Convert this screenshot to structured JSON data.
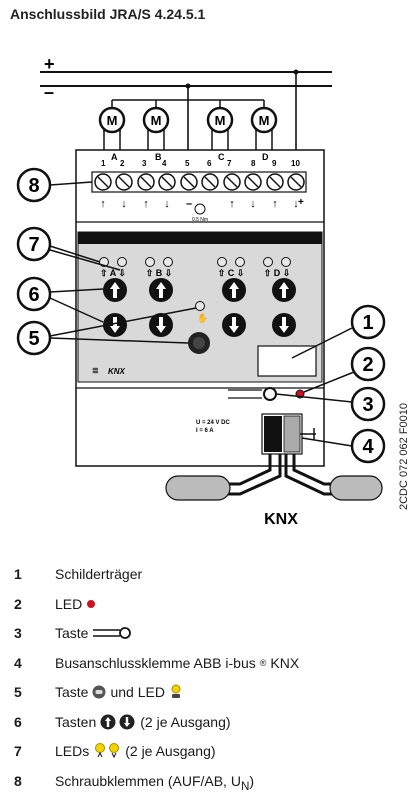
{
  "title": "Anschlussbild JRA/S 4.24.5.1",
  "side_code": "2CDC 072 062 F0010",
  "supply": {
    "plus": "+",
    "minus": "–"
  },
  "motors": [
    "M",
    "M",
    "M",
    "M"
  ],
  "terminals": {
    "numbers": [
      "1",
      "2",
      "3",
      "4",
      "5",
      "6",
      "7",
      "8",
      "9",
      "10"
    ],
    "group_letters": [
      "A",
      "B",
      "C",
      "D"
    ],
    "channel_marks": [
      "⇧ A ⇩",
      "⇧ B ⇩",
      "⇧ C ⇩",
      "⇧ D ⇩"
    ],
    "minus_mark": "–",
    "plus_mark": "+",
    "supply_label": "0.5 Nm"
  },
  "device": {
    "brand": "KNX",
    "rating_line1": "U = 24 V DC",
    "rating_line2": "I = 6 A",
    "bus_label": "KNX"
  },
  "callouts": [
    "8",
    "7",
    "6",
    "5",
    "1",
    "2",
    "3",
    "4"
  ],
  "legend": [
    {
      "num": "1",
      "text": "Schilderträger"
    },
    {
      "num": "2",
      "text": "LED",
      "icon": "red-dot-icon"
    },
    {
      "num": "3",
      "text": "Taste",
      "icon": "key-button-icon"
    },
    {
      "num": "4",
      "text": "Busanschlussklemme ABB i-bus",
      "sup": "®",
      "after": " KNX"
    },
    {
      "num": "5",
      "text": "Taste",
      "mid": "und LED",
      "icon": "hand-button-icon"
    },
    {
      "num": "6",
      "text": "Tasten",
      "after": "(2 je Ausgang)",
      "icon": "arrow-buttons-icon"
    },
    {
      "num": "7",
      "text": "LEDs",
      "after": "(2 je Ausgang)",
      "icon": "yellow-leds-icon"
    },
    {
      "num": "8",
      "text": "Schraubklemmen (AUF/AB, U",
      "sub": "N",
      "after": ")"
    }
  ],
  "colors": {
    "led_red": "#cc1122",
    "led_yellow": "#f2d300",
    "panel_grey": "#d9d9d9",
    "callout_border": "#111111"
  }
}
